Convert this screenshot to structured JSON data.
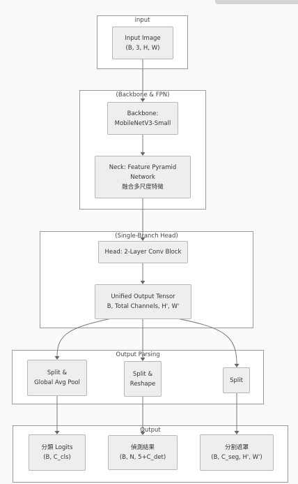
{
  "groups": {
    "input": "input",
    "backbone": "(Backbone & FPN)",
    "head": "(Single-Branch Head)",
    "parsing": "Output Parsing",
    "output": "Output"
  },
  "nodes": {
    "input_image": [
      "Input Image",
      "(B, 3, H, W)"
    ],
    "backbone": [
      "Backbone:",
      "MobileNetV3-Small"
    ],
    "neck": [
      "Neck: Feature Pyramid",
      "Network",
      "融合多尺度特徵"
    ],
    "head_conv": [
      "Head: 2-Layer Conv Block"
    ],
    "unified": [
      "Unified Output Tensor",
      "B, Total Channels, H', W'"
    ],
    "split_pool": [
      "Split &",
      "Global Avg Pool"
    ],
    "split_reshape": [
      "Split &",
      "Reshape"
    ],
    "split": [
      "Split"
    ],
    "cls_out": [
      "分類 Logits",
      "(B, C_cls)"
    ],
    "det_out": [
      "偵測結果",
      "(B, N, 5+C_det)"
    ],
    "seg_out": [
      "分割遮罩",
      "(B, C_seg, H', W')"
    ]
  }
}
